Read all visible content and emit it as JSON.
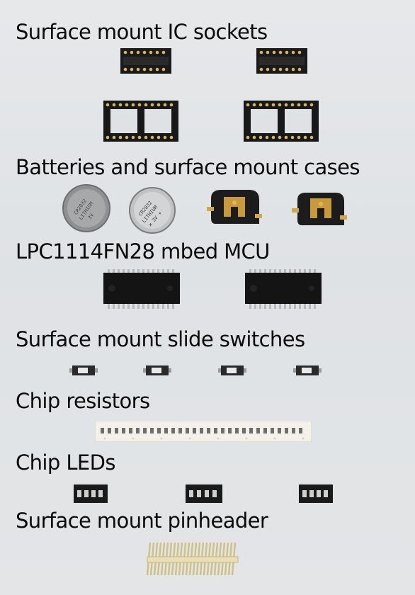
{
  "sections": [
    {
      "title": "Surface mount IC sockets"
    },
    {
      "title": "Batteries and surface mount cases"
    },
    {
      "title": "LPC1114FN28 mbed MCU"
    },
    {
      "title": "Surface mount slide switches"
    },
    {
      "title": "Chip resistors"
    },
    {
      "title": "Chip LEDs"
    },
    {
      "title": "Surface mount pinheader"
    }
  ],
  "colors": {
    "background": "#e1e3e6",
    "heading_text": "#0a0a0a",
    "ic_body": "#151515",
    "battery_silver": "#9a9c9e",
    "gold_contact": "#c89a3c",
    "tape_paper": "#f3f1e9",
    "pin_gold": "#d8c27a"
  }
}
